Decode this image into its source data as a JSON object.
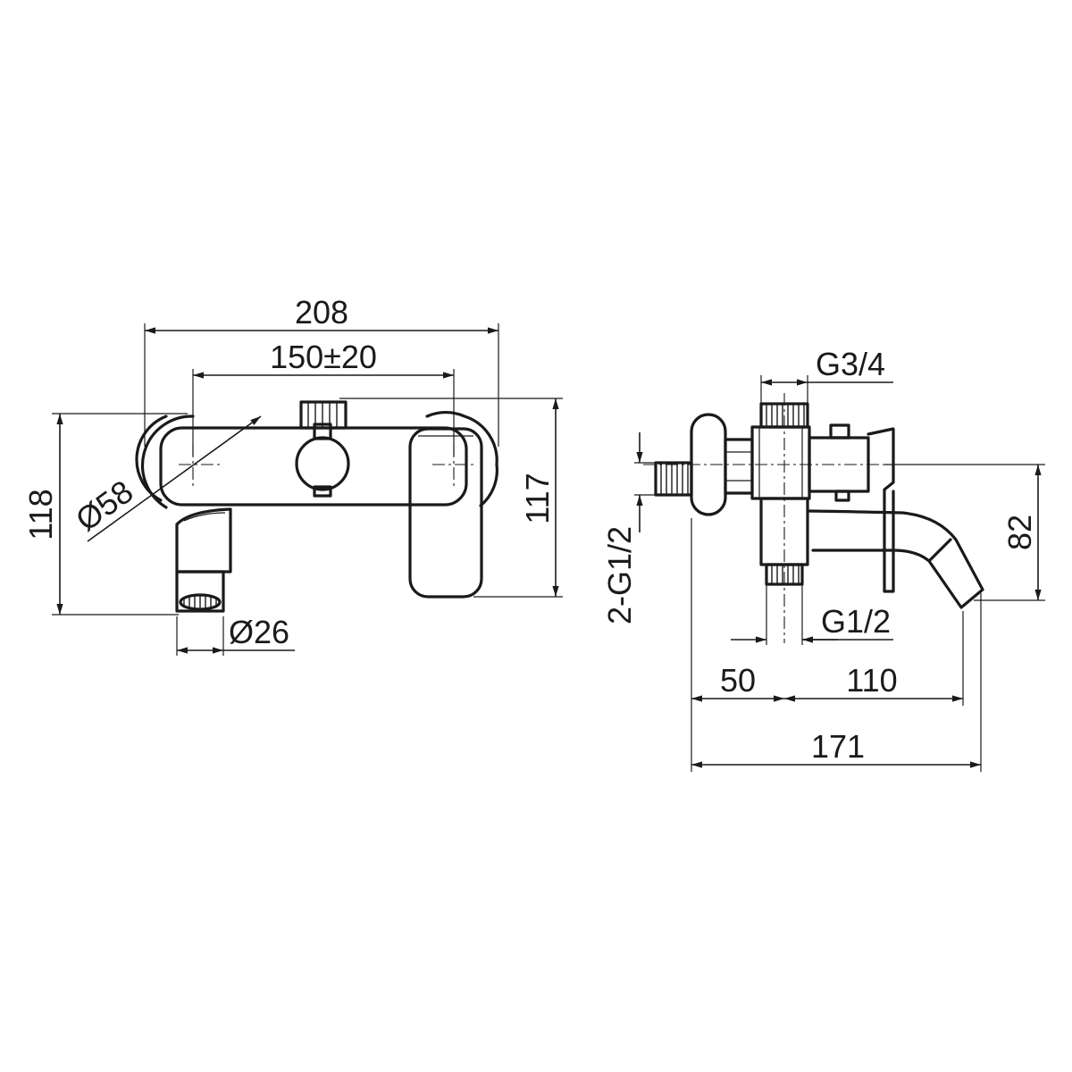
{
  "front_view": {
    "overall_width": "208",
    "inlet_spacing": "150±20",
    "overall_height": "118",
    "body_height": "117",
    "flange_diameter": "Ø58",
    "spout_diameter": "Ø26"
  },
  "side_view": {
    "top_outlet_thread": "G3/4",
    "inlet_thread": "2-G1/2",
    "bottom_outlet_thread": "G1/2",
    "spout_drop": "82",
    "wall_to_outlet": "50",
    "outlet_to_spout": "110",
    "overall_depth": "171"
  },
  "colors": {
    "line": "#1a1a1a",
    "background": "#ffffff"
  }
}
